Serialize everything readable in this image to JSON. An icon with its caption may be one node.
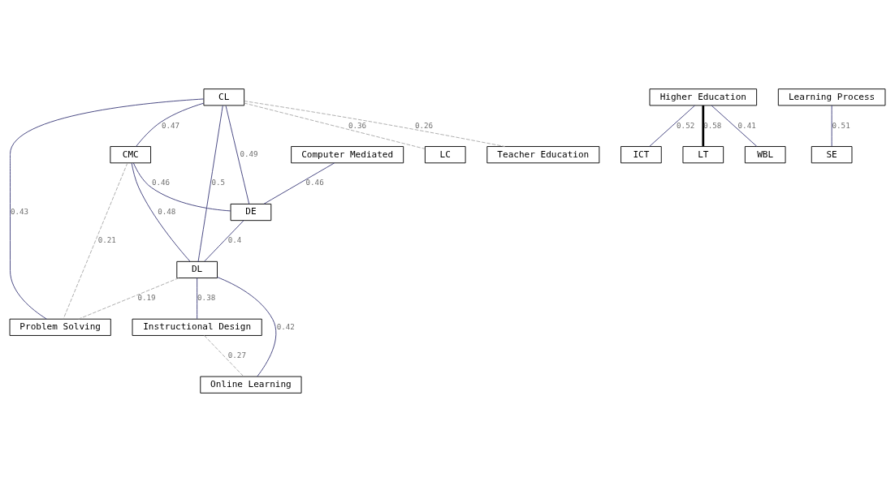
{
  "diagram": {
    "nodes": [
      {
        "text": [
          "CL"
        ]
      },
      {
        "text": [
          "CMC"
        ]
      },
      {
        "text": [
          "Computer Mediated"
        ]
      },
      {
        "text": [
          "LC"
        ]
      },
      {
        "text": [
          "Teacher Education"
        ]
      },
      {
        "text": [
          "DE"
        ]
      },
      {
        "text": [
          "Higher Education"
        ]
      },
      {
        "text": [
          "Learning Process"
        ]
      },
      {
        "text": [
          "DL"
        ]
      },
      {
        "text": [
          "ICT"
        ]
      },
      {
        "text": [
          "LT"
        ]
      },
      {
        "text": [
          "WBL"
        ]
      },
      {
        "text": [
          "SE"
        ]
      },
      {
        "text": [
          "Problem Solving"
        ]
      },
      {
        "text": [
          "Instructional Design"
        ]
      },
      {
        "text": [
          "Online Learning"
        ]
      }
    ],
    "edges": [
      {
        "from": 0,
        "to": 1,
        "arrow": "none",
        "label": "0.47"
      },
      {
        "from": 0,
        "to": 13,
        "arrow": "none",
        "label": "0.43"
      },
      {
        "from": 0,
        "to": 8,
        "arrow": "none",
        "label": "0.5"
      },
      {
        "from": 0,
        "to": 5,
        "arrow": "none",
        "label": "0.49"
      },
      {
        "from": 0,
        "to": 3,
        "arrow": "none",
        "label": "0.36",
        "style": "dashed",
        "color": "#a8a8a8"
      },
      {
        "from": 0,
        "to": 4,
        "arrow": "none",
        "label": "0.26",
        "style": "dashed",
        "color": "#a8a8a8"
      },
      {
        "from": 1,
        "to": 5,
        "arrow": "none",
        "label": "0.46"
      },
      {
        "from": 1,
        "to": 8,
        "arrow": "none",
        "label": "0.48"
      },
      {
        "from": 1,
        "to": 13,
        "arrow": "none",
        "label": "0.21",
        "style": "dashed",
        "color": "#a8a8a8"
      },
      {
        "from": 2,
        "to": 5,
        "arrow": "none",
        "label": "0.46"
      },
      {
        "from": 5,
        "to": 8,
        "arrow": "none",
        "label": "0.4"
      },
      {
        "from": 8,
        "to": 13,
        "arrow": "none",
        "label": "0.19",
        "style": "dashed",
        "color": "#a8a8a8"
      },
      {
        "from": 8,
        "to": 14,
        "arrow": "none",
        "label": "0.38"
      },
      {
        "from": 8,
        "to": 15,
        "arrow": "none",
        "label": "0.42"
      },
      {
        "from": 14,
        "to": 15,
        "arrow": "none",
        "label": "0.27",
        "style": "dashed",
        "color": "#a8a8a8"
      },
      {
        "from": 6,
        "to": 9,
        "arrow": "none",
        "label": "0.52"
      },
      {
        "from": 6,
        "to": 10,
        "arrow": "none",
        "label": "0.58",
        "style": "thick",
        "color": "#000000"
      },
      {
        "from": 6,
        "to": 11,
        "arrow": "none",
        "label": "0.41"
      },
      {
        "from": 7,
        "to": 12,
        "arrow": "none",
        "label": "0.51"
      }
    ]
  }
}
